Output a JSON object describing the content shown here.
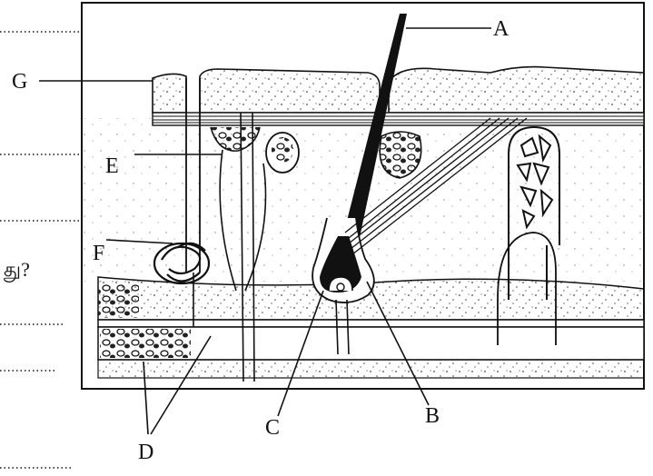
{
  "diagram": {
    "labels": {
      "A": "A",
      "B": "B",
      "C": "C",
      "D": "D",
      "E": "E",
      "F": "F",
      "G": "G"
    },
    "question_fragment": "து?",
    "colors": {
      "ink": "#111111",
      "paper": "#ffffff"
    }
  }
}
